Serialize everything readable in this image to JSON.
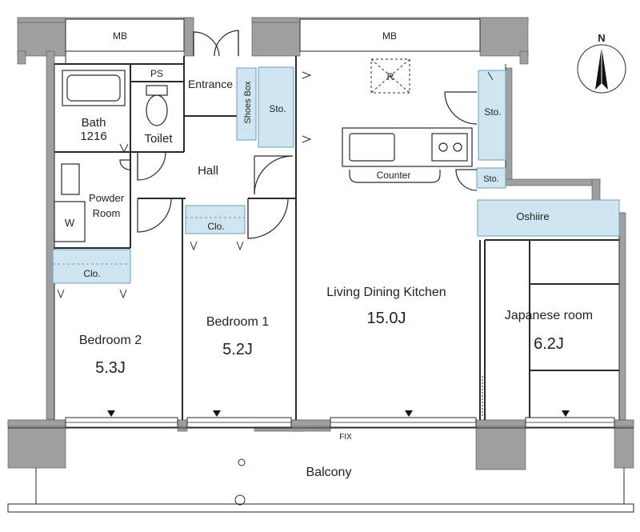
{
  "labels": {
    "mb_left": "MB",
    "mb_right": "MB",
    "ps": "PS",
    "entrance": "Entrance",
    "shoes_box": "Shoes Box",
    "sto_entry": "Sto.",
    "bath": "Bath",
    "bath_size": "1216",
    "toilet": "Toilet",
    "hall": "Hall",
    "powder_room_1": "Powder",
    "powder_room_2": "Room",
    "washer": "W",
    "clo_bedroom2": "Clo.",
    "clo_bedroom1": "Clo.",
    "sto_kitchen": "Sto.",
    "sto_small": "Sto.",
    "counter": "Counter",
    "refrigerator": "R",
    "oshiire": "Oshiire",
    "living_name": "Living Dining Kitchen",
    "living_size": "15.0J",
    "bedroom1_name": "Bedroom 1",
    "bedroom1_size": "5.2J",
    "bedroom2_name": "Bedroom 2",
    "bedroom2_size": "5.3J",
    "japanese_name": "Japanese room",
    "japanese_size": "6.2J",
    "fix": "FIX",
    "balcony": "Balcony",
    "north": "N"
  },
  "colors": {
    "wall": "#9d9fa1",
    "line": "#2a2a2a",
    "storage": "#cfe6f1",
    "storage_line": "#6c9fb8"
  }
}
